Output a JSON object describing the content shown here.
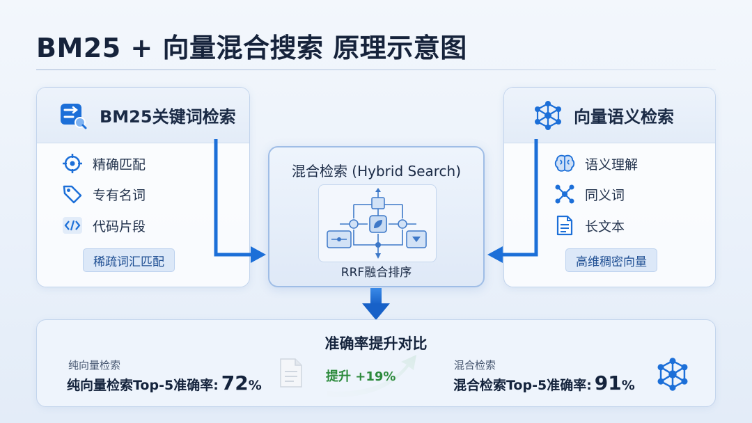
{
  "title": "BM25 + 向量混合搜索 原理示意图",
  "colors": {
    "accent": "#1c6fd8",
    "dark_text": "#16233b",
    "tag_bg": "#dce8f8",
    "improve_green": "#2c8a3c"
  },
  "left_panel": {
    "title": "BM25关键词检索",
    "icon": "keyword-search-icon",
    "features": [
      {
        "label": "精确匹配",
        "icon": "target-icon"
      },
      {
        "label": "专有名词",
        "icon": "tag-icon"
      },
      {
        "label": "代码片段",
        "icon": "code-icon"
      }
    ],
    "tag": "稀疏词汇匹配"
  },
  "right_panel": {
    "title": "向量语义检索",
    "icon": "network-icon",
    "features": [
      {
        "label": "语义理解",
        "icon": "brain-icon"
      },
      {
        "label": "同义词",
        "icon": "molecule-icon"
      },
      {
        "label": "长文本",
        "icon": "document-icon"
      }
    ],
    "tag": "高维稠密向量"
  },
  "center_panel": {
    "title": "混合检索 (Hybrid Search)",
    "caption": "RRF融合排序",
    "icon": "fusion-flow-icon"
  },
  "bottom_panel": {
    "title": "准确率提升对比",
    "left_label": "纯向量检索",
    "left_metric_label": "纯向量检索Top-5准确率:",
    "left_value": "72",
    "left_unit": "%",
    "improvement": "提升 +19%",
    "right_label": "混合检索",
    "right_metric_label": "混合检索Top-5准确率:",
    "right_value": "91",
    "right_unit": "%",
    "left_icon": "document-icon",
    "right_icon": "network-icon"
  }
}
